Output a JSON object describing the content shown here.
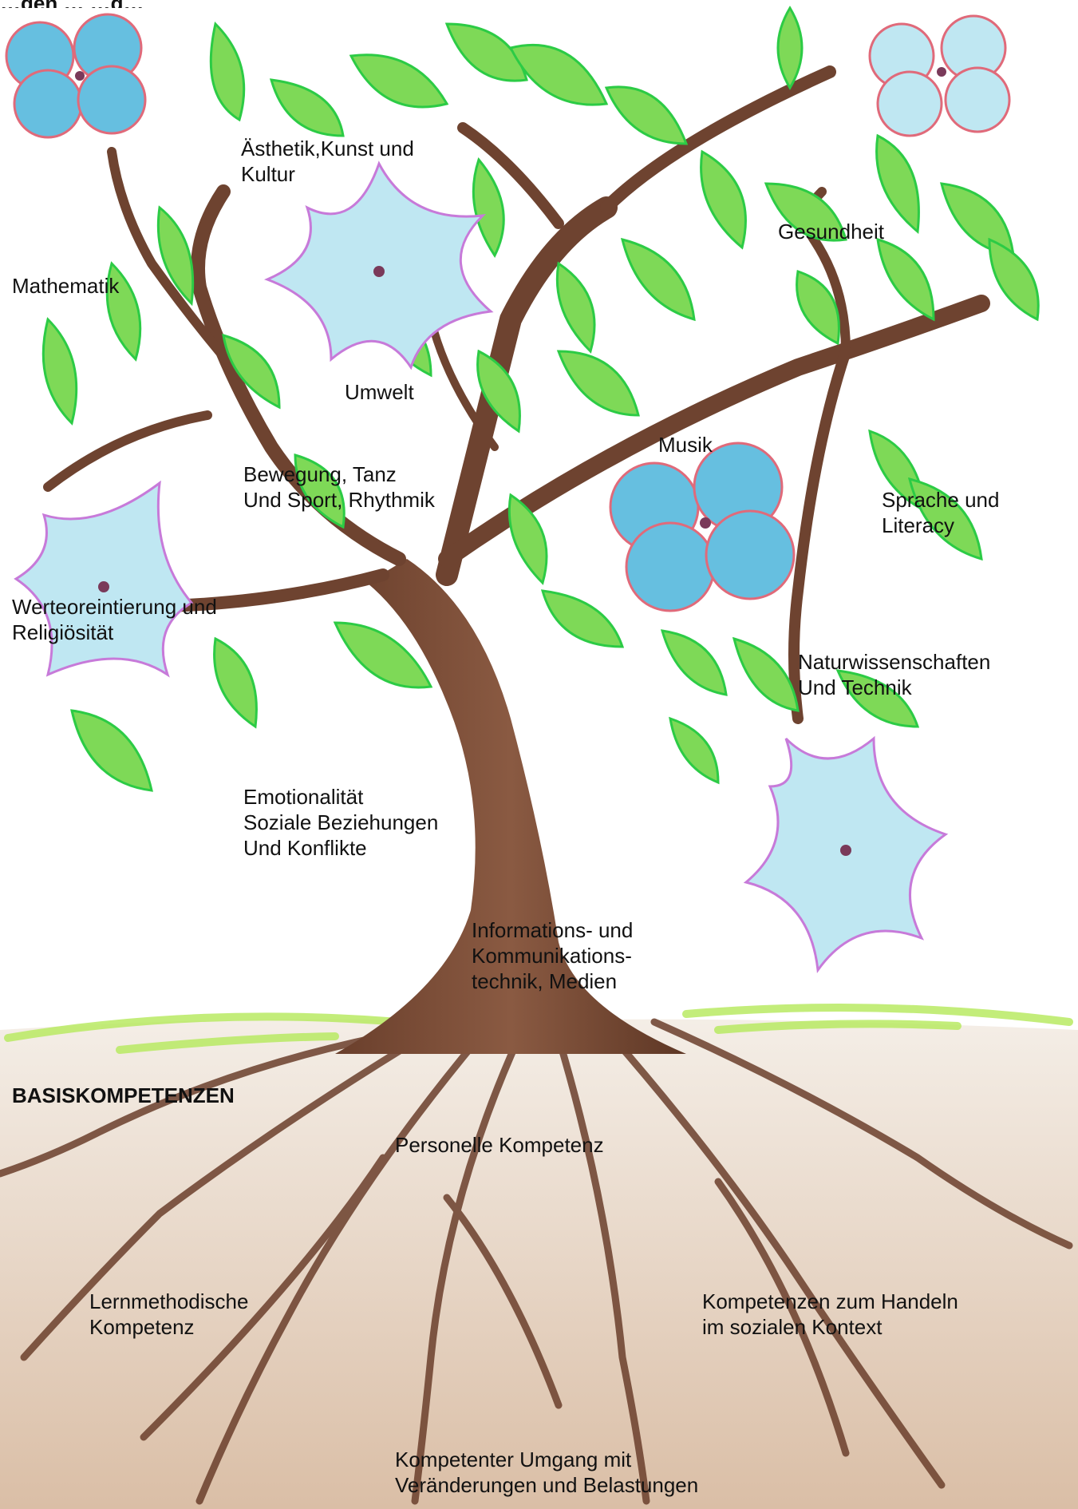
{
  "header_fragment": "…gen … …g…",
  "palette": {
    "leaf_fill": "#7ed957",
    "leaf_dark": "#2f9e3a",
    "leaf_edge": "#27c43a",
    "trunk": "#7a4a34",
    "trunk_dark": "#5a3424",
    "soil": "#c9a98c",
    "grass": "#b9ea63",
    "flower_blue": "#66bfe0",
    "flower_light": "#bfe7f2",
    "flower_edge_red": "#e06a7a",
    "flower_edge_purple": "#c77ad9",
    "flower_center": "#7a3a5a"
  },
  "icons": {
    "flowers": [
      {
        "name": "flower-icon-top-left",
        "kind": "blue"
      },
      {
        "name": "flower-icon-top-right",
        "kind": "blue"
      },
      {
        "name": "flower-icon-center-top",
        "kind": "light"
      },
      {
        "name": "flower-icon-left",
        "kind": "light"
      },
      {
        "name": "flower-icon-middle-right",
        "kind": "blue"
      },
      {
        "name": "flower-icon-bottom-right",
        "kind": "light"
      }
    ],
    "leaves": "leaf-icon",
    "trunk": "tree-trunk",
    "roots": "root-icon"
  },
  "bildungsbereiche": [
    {
      "id": "aesthetik",
      "lines": [
        "Ästhetik,Kunst und",
        "Kultur"
      ]
    },
    {
      "id": "mathematik",
      "lines": [
        "Mathematik"
      ]
    },
    {
      "id": "umwelt",
      "lines": [
        "Umwelt"
      ]
    },
    {
      "id": "gesundheit",
      "lines": [
        "Gesundheit"
      ]
    },
    {
      "id": "bewegung",
      "lines": [
        "Bewegung, Tanz",
        "Und Sport, Rhythmik"
      ]
    },
    {
      "id": "musik",
      "lines": [
        "Musik"
      ]
    },
    {
      "id": "sprache",
      "lines": [
        "Sprache und",
        "Literacy"
      ]
    },
    {
      "id": "werte",
      "lines": [
        "Werteoreintierung und",
        "Religiösität"
      ]
    },
    {
      "id": "natur",
      "lines": [
        "Naturwissenschaften",
        "Und Technik"
      ]
    },
    {
      "id": "emotion",
      "lines": [
        "Emotionalität",
        "Soziale Beziehungen",
        "Und Konflikte"
      ]
    },
    {
      "id": "ikt",
      "lines": [
        "Informations- und",
        "Kommunikations-",
        "technik, Medien"
      ]
    }
  ],
  "basiskompetenzen": {
    "heading": "BASISKOMPETENZEN",
    "items": [
      {
        "id": "personell",
        "lines": [
          "Personelle Kompetenz"
        ]
      },
      {
        "id": "lernmethodisch",
        "lines": [
          "Lernmethodische",
          "Kompetenz"
        ]
      },
      {
        "id": "sozial",
        "lines": [
          "Kompetenzen zum Handeln",
          "im sozialen Kontext"
        ]
      },
      {
        "id": "resilienz",
        "lines": [
          "Kompetenter Umgang mit",
          "Veränderungen und Belastungen"
        ]
      }
    ]
  }
}
